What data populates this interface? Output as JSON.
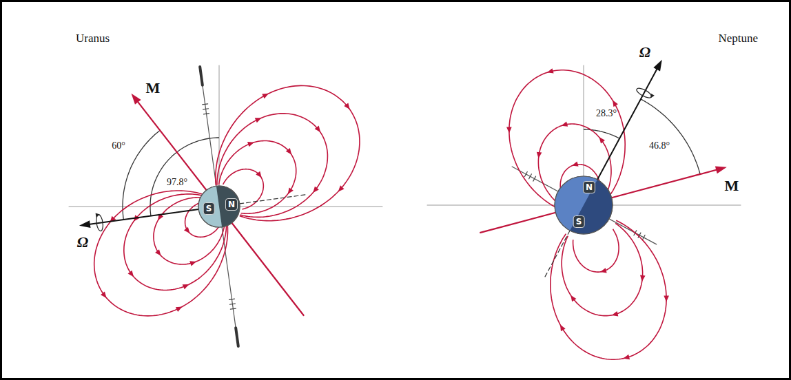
{
  "diagram": {
    "labels": [
      "Uranus",
      "M",
      "60°",
      "97.8°",
      "S",
      "N",
      "Ω",
      "Neptune",
      "Ω",
      "28.3°",
      "46.8°",
      "M",
      "N",
      "S"
    ]
  }
}
